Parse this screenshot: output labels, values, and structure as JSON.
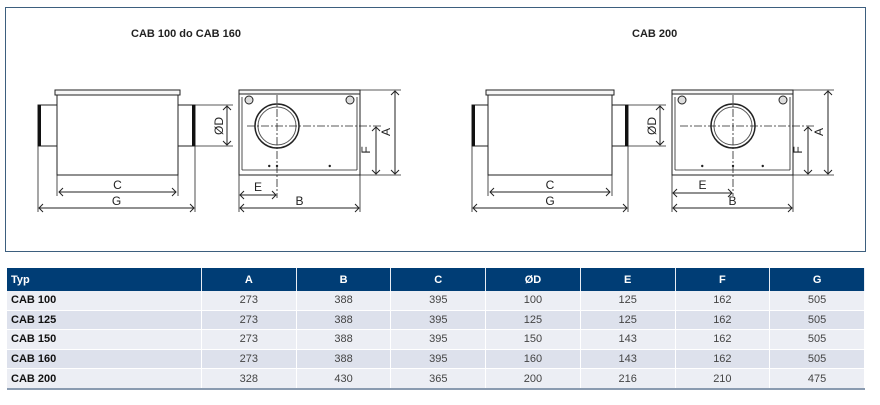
{
  "diagrams": [
    {
      "title": "CAB 100 do CAB 160"
    },
    {
      "title": "CAB 200"
    }
  ],
  "dimension_labels": {
    "C": "C",
    "G": "G",
    "D": "ØD",
    "A": "A",
    "F": "F",
    "E": "E",
    "B": "B"
  },
  "table": {
    "headers": [
      "Typ",
      "A",
      "B",
      "C",
      "ØD",
      "E",
      "F",
      "G"
    ],
    "rows": [
      [
        "CAB 100",
        "273",
        "388",
        "395",
        "100",
        "125",
        "162",
        "505"
      ],
      [
        "CAB 125",
        "273",
        "388",
        "395",
        "125",
        "125",
        "162",
        "505"
      ],
      [
        "CAB 150",
        "273",
        "388",
        "395",
        "150",
        "143",
        "162",
        "505"
      ],
      [
        "CAB 160",
        "273",
        "388",
        "395",
        "160",
        "143",
        "162",
        "505"
      ],
      [
        "CAB 200",
        "328",
        "430",
        "365",
        "200",
        "216",
        "210",
        "475"
      ]
    ]
  }
}
